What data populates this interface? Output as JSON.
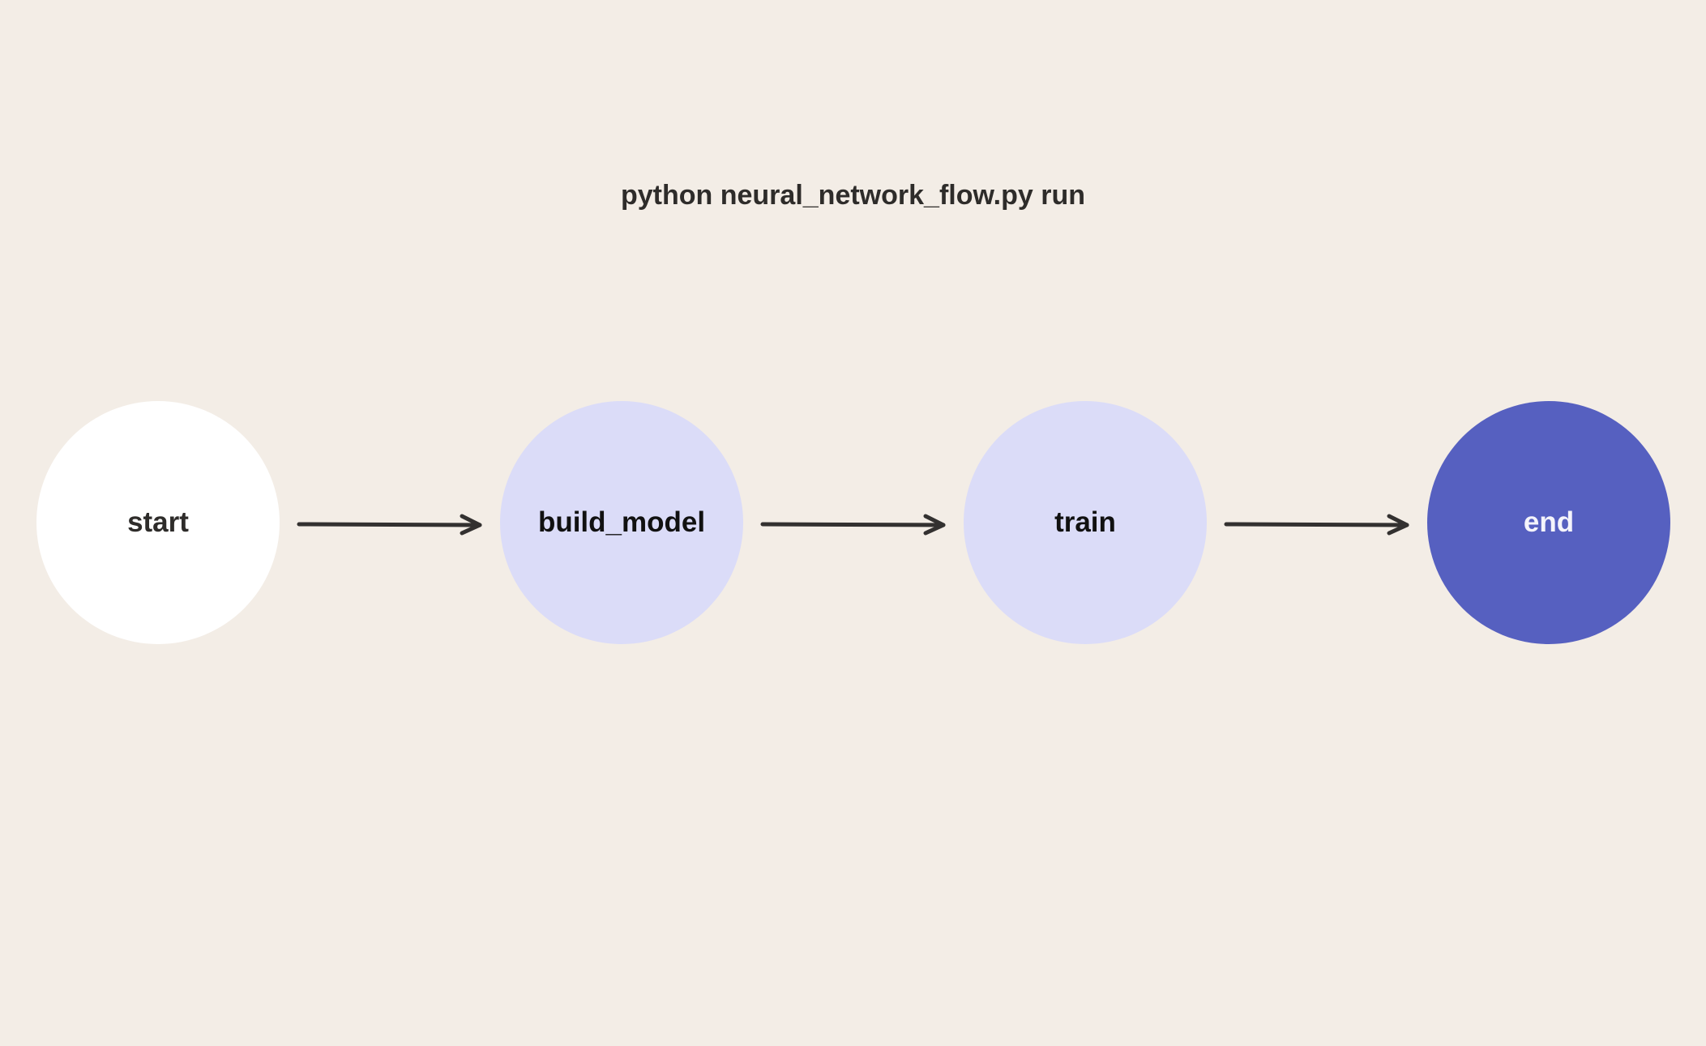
{
  "title": "python neural_network_flow.py run",
  "nodes": [
    {
      "label": "start",
      "fill": "#ffffff",
      "text_color": "#2e2c2a"
    },
    {
      "label": "build_model",
      "fill": "#dbdcf8",
      "text_color": "#111111"
    },
    {
      "label": "train",
      "fill": "#dbdcf8",
      "text_color": "#111111"
    },
    {
      "label": "end",
      "fill": "#5660c0",
      "text_color": "#f4f4fb"
    }
  ],
  "edges": [
    {
      "from": "start",
      "to": "build_model"
    },
    {
      "from": "build_model",
      "to": "train"
    },
    {
      "from": "train",
      "to": "end"
    }
  ],
  "colors": {
    "background": "#f3ede6",
    "edge": "#333130"
  }
}
